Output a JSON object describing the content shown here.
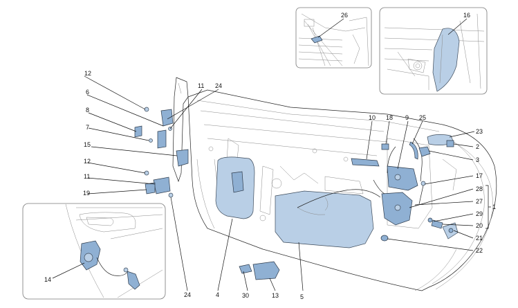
{
  "diagram": {
    "labels": [
      {
        "id": "1",
        "text": "1"
      },
      {
        "id": "2",
        "text": "2"
      },
      {
        "id": "3",
        "text": "3"
      },
      {
        "id": "4",
        "text": "4"
      },
      {
        "id": "5",
        "text": "5"
      },
      {
        "id": "6",
        "text": "6"
      },
      {
        "id": "7",
        "text": "7"
      },
      {
        "id": "8",
        "text": "8"
      },
      {
        "id": "9",
        "text": "9"
      },
      {
        "id": "10",
        "text": "10"
      },
      {
        "id": "11a",
        "text": "11"
      },
      {
        "id": "11b",
        "text": "11"
      },
      {
        "id": "12a",
        "text": "12"
      },
      {
        "id": "12b",
        "text": "12"
      },
      {
        "id": "13",
        "text": "13"
      },
      {
        "id": "14",
        "text": "14"
      },
      {
        "id": "15",
        "text": "15"
      },
      {
        "id": "16",
        "text": "16"
      },
      {
        "id": "17",
        "text": "17"
      },
      {
        "id": "18",
        "text": "18"
      },
      {
        "id": "19",
        "text": "19"
      },
      {
        "id": "20",
        "text": "20"
      },
      {
        "id": "21",
        "text": "21"
      },
      {
        "id": "22",
        "text": "22"
      },
      {
        "id": "23",
        "text": "23"
      },
      {
        "id": "24a",
        "text": "24"
      },
      {
        "id": "24b",
        "text": "24"
      },
      {
        "id": "25",
        "text": "25"
      },
      {
        "id": "26",
        "text": "26"
      },
      {
        "id": "27",
        "text": "27"
      },
      {
        "id": "28",
        "text": "28"
      },
      {
        "id": "29",
        "text": "29"
      },
      {
        "id": "30",
        "text": "30"
      }
    ],
    "colors": {
      "part_fill": "#b9cfe6",
      "part_dark": "#8fb0d3",
      "outline": "#2d3a4a",
      "leader": "#111111"
    }
  }
}
